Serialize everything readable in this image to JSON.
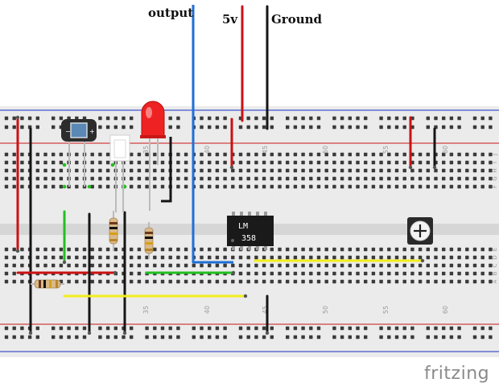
{
  "labels": {
    "output": "output",
    "five_volt": "5v",
    "ground": "Ground"
  },
  "chip": {
    "line1": "LM",
    "line2": "358"
  },
  "column_numbers": [
    "35",
    "40",
    "45",
    "50",
    "55",
    "60"
  ],
  "row_letters_top": [
    "J",
    "I",
    "H",
    "G",
    "F"
  ],
  "row_letters_bottom": [
    "E",
    "D",
    "C",
    "B",
    "A"
  ],
  "watermark": "fritzing",
  "colors": {
    "wire_red": "#cc1111",
    "wire_black": "#151515",
    "wire_blue": "#1f6fd6",
    "wire_green": "#22c020",
    "wire_yellow": "#f2ee1c",
    "board": "#ebebeb",
    "rail_red": "#d04040",
    "rail_blue": "#4455cc",
    "led": "#ee2222"
  },
  "icons": {
    "photocell": "light-sensor-icon",
    "potentiometer": "trimmer-icon"
  }
}
